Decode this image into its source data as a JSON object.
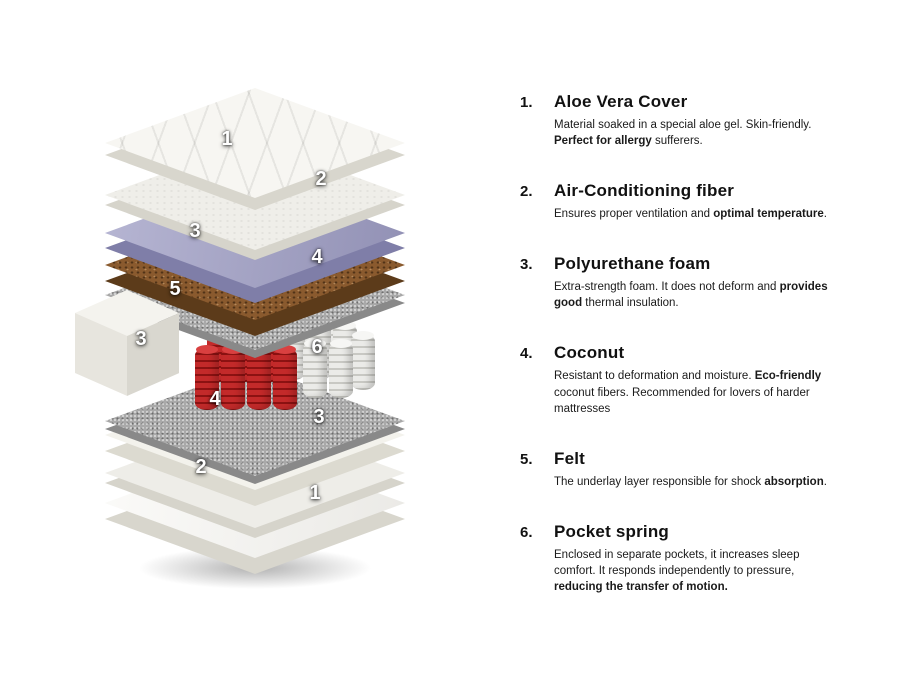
{
  "diagram": {
    "layer_labels": [
      "1",
      "2",
      "3",
      "4",
      "5",
      "3",
      "6",
      "4",
      "3",
      "2",
      "1"
    ],
    "colors": {
      "purple": "#9e9dc4",
      "purple-dark": "#7f7ea8",
      "coconut": "#8a5a2e",
      "coconut-dark": "#5c3b1a",
      "felt": "#a9a9a9",
      "felt-dark": "#898989",
      "spring-white": "#ebebe8",
      "spring-white-dark": "#c8c8c3",
      "spring-red": "#c32a2a",
      "spring-red-dark": "#8c1212",
      "cover": "#f7f6f2",
      "cover-side": "#d8d6cd"
    }
  },
  "legend": {
    "items": [
      {
        "number": "1.",
        "title": "Aloe Vera Cover",
        "description_html": "Material soaked in a special aloe gel. Skin-friendly. <strong>Perfect for allergy</strong> sufferers."
      },
      {
        "number": "2.",
        "title": "Air-Conditioning fiber",
        "description_html": "Ensures proper ventilation and <strong>optimal temperature</strong>."
      },
      {
        "number": "3.",
        "title": "Polyurethane foam",
        "description_html": "Extra-strength foam. It does not deform and <strong>provides good</strong> thermal insulation."
      },
      {
        "number": "4.",
        "title": "Coconut",
        "description_html": "Resistant to deformation and moisture. <strong>Eco-friendly</strong> coconut fibers. Recommended for lovers of harder mattresses"
      },
      {
        "number": "5.",
        "title": "Felt",
        "description_html": "The underlay layer responsible for shock <strong>absorption</strong>."
      },
      {
        "number": "6.",
        "title": "Pocket spring",
        "description_html": "Enclosed in separate pockets, it increases sleep comfort. It responds independently to pressure, <strong>reducing the transfer of motion.</strong>"
      }
    ]
  }
}
